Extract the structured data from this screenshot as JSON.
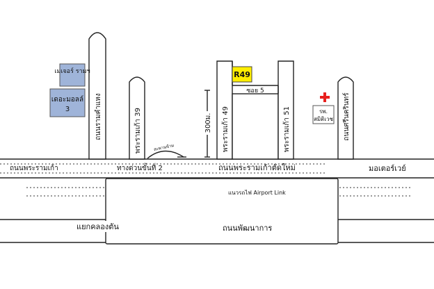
{
  "colors": {
    "road_outline": "#222222",
    "landmark_blue": "#9fb4d9",
    "marker_yellow": "#ffee00",
    "hospital_red": "#e8201e"
  },
  "landmarks": {
    "major_ramkhamhaeng": "เมเจอร์ รามฯ",
    "the_mall_3_line1": "เดอะมอลล์",
    "the_mall_3_line2": "3",
    "hospital_line1": "รพ.",
    "hospital_line2": "สมิติเวช",
    "r49_marker": "R49"
  },
  "icons": {
    "hospital": "red-cross-icon"
  },
  "roads": {
    "ramkhamhaeng": "ถนนรามคำแหง",
    "rama9_soi39": "พระรามเก้า 39",
    "rama9_soi49": "พระรามเก้า 49",
    "rama9_soi51": "พระรามเก้า 51",
    "srinakarin": "ถนนศรีนครินทร์",
    "soi5": "ซอย 5",
    "rama9_road": "ถนนพระรามเก้า",
    "new_rama9_road": "ถนนพระรามเก้าตัดใหม่",
    "expressway_exit": "ทางด่วนขั้นที่ 2",
    "flyover": "สะพานข้าม",
    "motorway": "มอเตอร์เวย์",
    "airport_link": "แนวรถไฟ Airport Link",
    "khlong_tan_junction": "แยกคลองตัน",
    "phatthanakan_road": "ถนนพัฒนาการ"
  },
  "distance_label": "300ม."
}
